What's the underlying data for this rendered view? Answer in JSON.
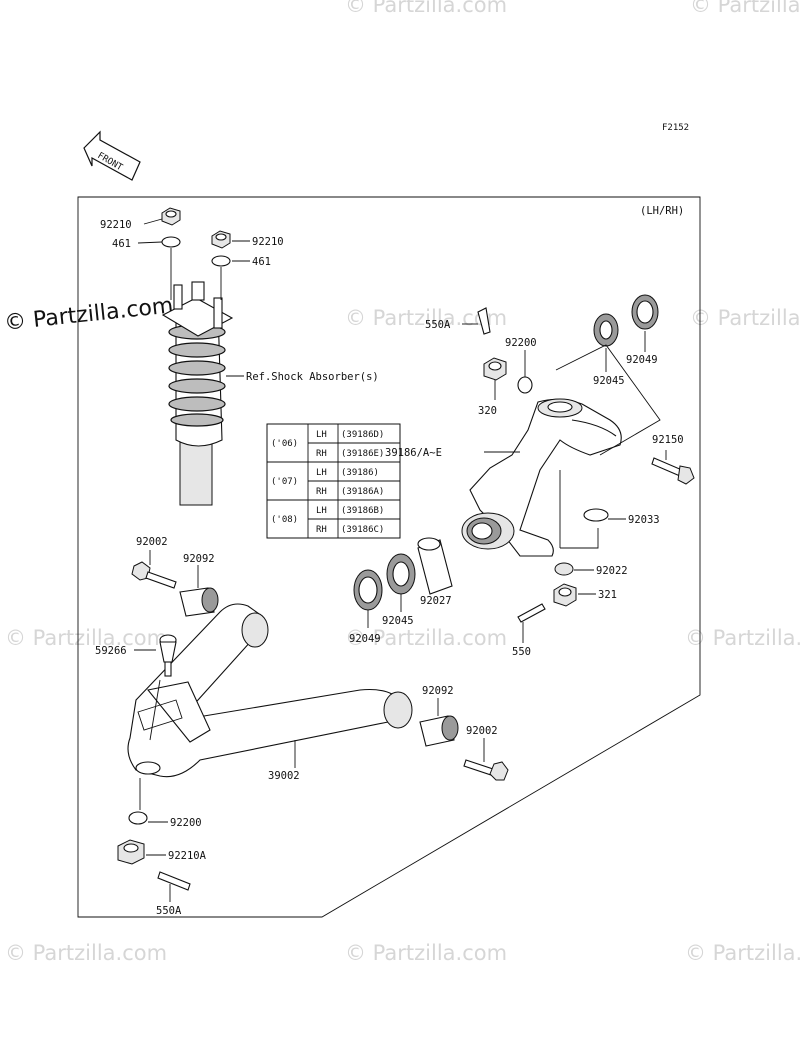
{
  "figure_code": "F2152",
  "variant_note": "(LH/RH)",
  "front_label": "FRONT",
  "watermark_text": "© Partzilla.com",
  "watermark_dark_text": "© Partzilla.com",
  "labels": {
    "nut_92210_left": "92210",
    "washer_461_left": "461",
    "nut_92210_right": "92210",
    "washer_461_right": "461",
    "ref_shock": "Ref.Shock Absorber(s)",
    "cotter_550A_top": "550A",
    "washer_92200_top": "92200",
    "nut_320": "320",
    "bearing_92049_top": "92049",
    "bearing_92045_top": "92045",
    "knuckle_39186": "39186/A~E",
    "bolt_92150": "92150",
    "snap_92033": "92033",
    "washer_92022": "92022",
    "nut_321": "321",
    "cotter_550": "550",
    "collar_92027": "92027",
    "bearing_92045_bottom": "92045",
    "bearing_92049_bottom": "92049",
    "bolt_92002_top": "92002",
    "bushing_92092_top": "92092",
    "balljoint_59266": "59266",
    "arm_39002": "39002",
    "bushing_92092_right": "92092",
    "bolt_92002_right": "92002",
    "washer_92200_bottom": "92200",
    "nut_92210A": "92210A",
    "cotter_550A_bottom": "550A"
  },
  "year_table": [
    {
      "year": "('06)",
      "rows": [
        {
          "side": "LH",
          "part": "(39186D)"
        },
        {
          "side": "RH",
          "part": "(39186E)"
        }
      ]
    },
    {
      "year": "('07)",
      "rows": [
        {
          "side": "LH",
          "part": "(39186)"
        },
        {
          "side": "RH",
          "part": "(39186A)"
        }
      ]
    },
    {
      "year": "('08)",
      "rows": [
        {
          "side": "LH",
          "part": "(39186B)"
        },
        {
          "side": "RH",
          "part": "(39186C)"
        }
      ]
    }
  ]
}
